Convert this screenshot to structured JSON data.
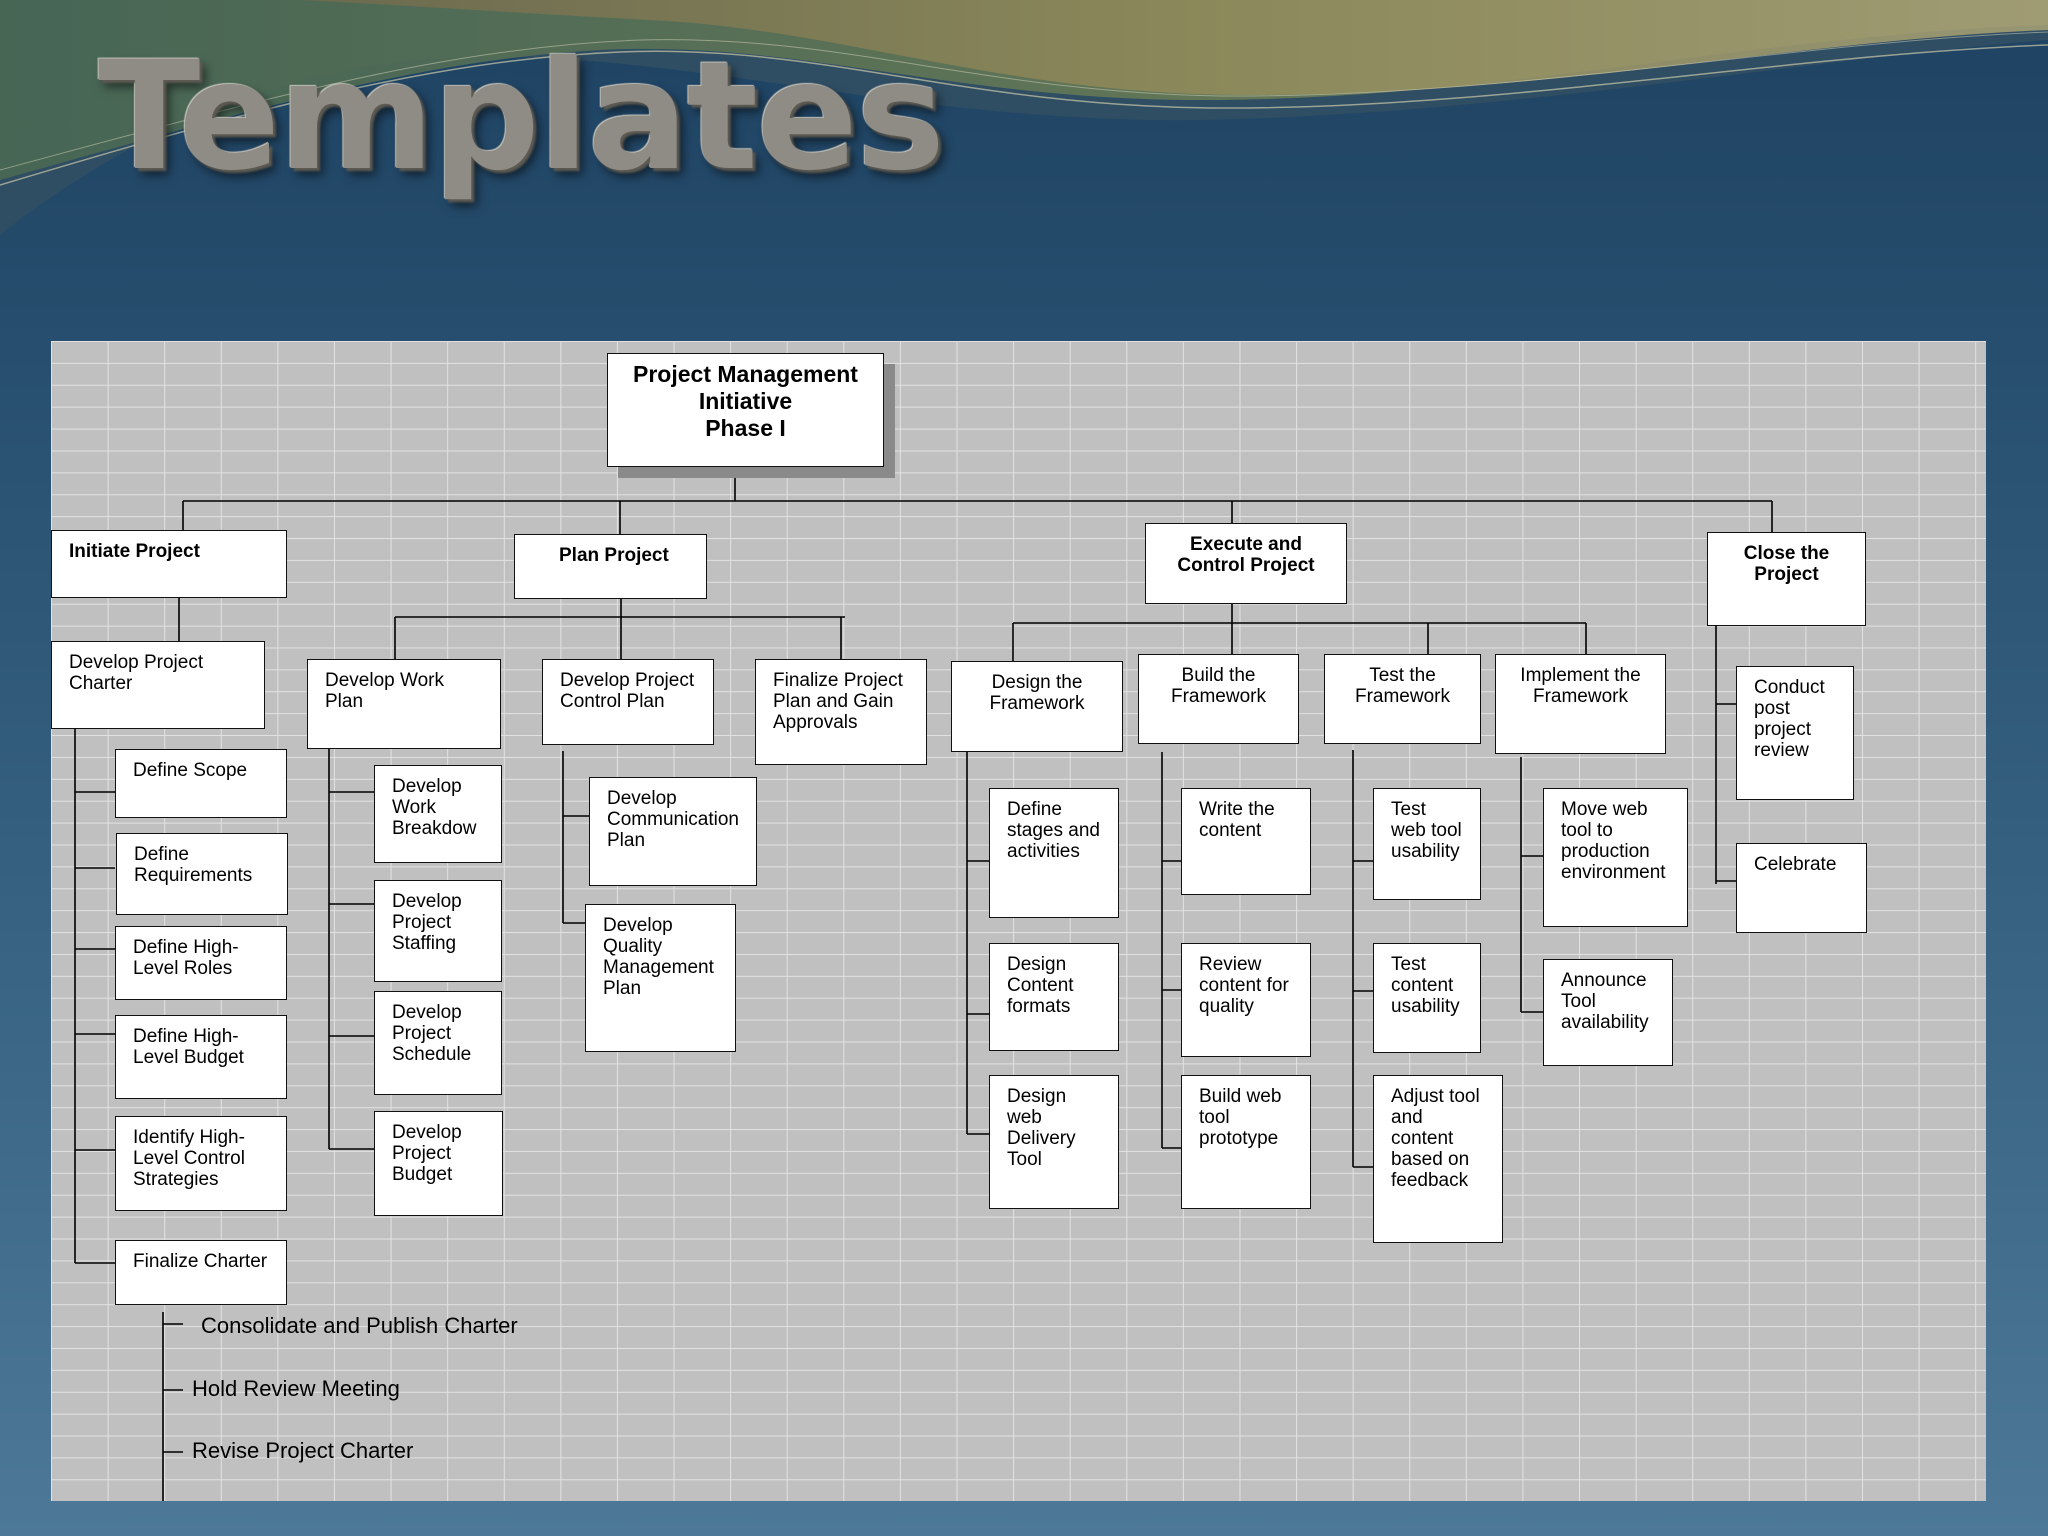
{
  "slide": {
    "title": "Templates"
  },
  "wbs": {
    "root": "Project Management\nInitiative\nPhase I",
    "branches": {
      "initiate": {
        "label": "Initiate Project",
        "charter": "Develop Project\nCharter",
        "tasks": [
          "Define Scope",
          "Define\nRequirements",
          "Define High-\nLevel Roles",
          "Define High-\nLevel Budget",
          "Identify High-\nLevel Control\nStrategies",
          "Finalize Charter"
        ],
        "charter_steps": [
          "Consolidate and Publish Charter",
          "Hold Review Meeting",
          "Revise Project Charter"
        ]
      },
      "plan": {
        "label": "Plan Project",
        "work_plan": {
          "label": "Develop Work\nPlan",
          "tasks": [
            "Develop\nWork\nBreakdow",
            "Develop\nProject\nStaffing",
            "Develop\nProject\nSchedule",
            "Develop\nProject\nBudget"
          ]
        },
        "control_plan": {
          "label": "Develop Project\nControl Plan",
          "tasks": [
            "Develop\nCommunication\nPlan",
            "Develop\nQuality\nManagement\nPlan"
          ]
        },
        "finalize": "Finalize Project\nPlan and Gain\nApprovals"
      },
      "execute": {
        "label": "Execute and\nControl Project",
        "design": {
          "label": "Design the\nFramework",
          "tasks": [
            "Define\nstages and\nactivities",
            "Design\nContent\nformats",
            "Design\n  web\nDelivery\nTool"
          ]
        },
        "build": {
          "label": "Build the\nFramework",
          "tasks": [
            "Write the\ncontent",
            "Review\ncontent for\nquality",
            "Build web\ntool\nprototype"
          ]
        },
        "test": {
          "label": "Test the\nFramework",
          "tasks": [
            "Test\nweb tool\nusability",
            "Test\ncontent\nusability",
            "Adjust tool\nand\ncontent\nbased on\nfeedback"
          ]
        },
        "implement": {
          "label": "Implement the\nFramework",
          "tasks": [
            "Move web\ntool to\nproduction\nenvironment",
            "Announce\nTool\navailability"
          ]
        }
      },
      "close": {
        "label": "Close the\nProject",
        "tasks": [
          "Conduct\npost\nproject\nreview",
          "Celebrate"
        ]
      }
    }
  }
}
